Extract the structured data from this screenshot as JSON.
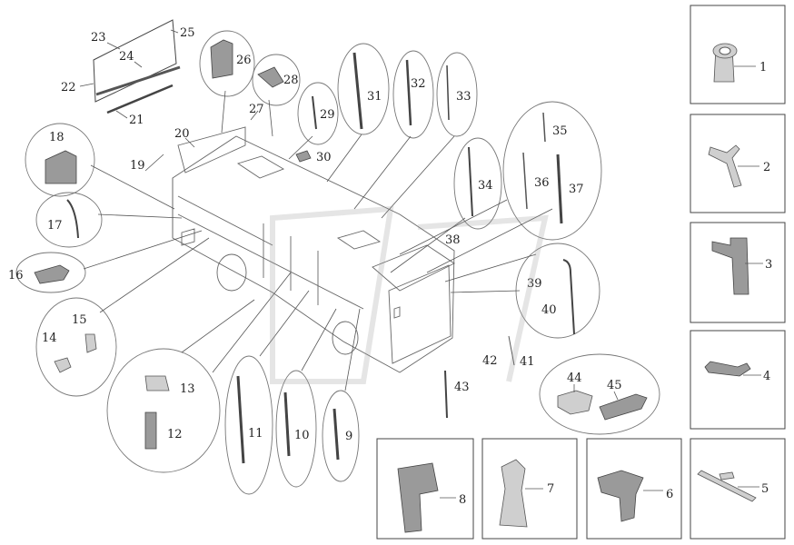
{
  "labels": {
    "n1": "1",
    "n2": "2",
    "n3": "3",
    "n4": "4",
    "n5": "5",
    "n6": "6",
    "n7": "7",
    "n8": "8",
    "n9": "9",
    "n10": "10",
    "n11": "11",
    "n12": "12",
    "n13": "13",
    "n14": "14",
    "n15": "15",
    "n16": "16",
    "n17": "17",
    "n18": "18",
    "n19": "19",
    "n20": "20",
    "n21": "21",
    "n22": "22",
    "n23": "23",
    "n24": "24",
    "n25": "25",
    "n26": "26",
    "n27": "27",
    "n28": "28",
    "n29": "29",
    "n30": "30",
    "n31": "31",
    "n32": "32",
    "n33": "33",
    "n34": "34",
    "n35": "35",
    "n36": "36",
    "n37": "37",
    "n38": "38",
    "n39": "39",
    "n40": "40",
    "n41": "41",
    "n42": "42",
    "n43": "43",
    "n44": "44",
    "n45": "45"
  }
}
